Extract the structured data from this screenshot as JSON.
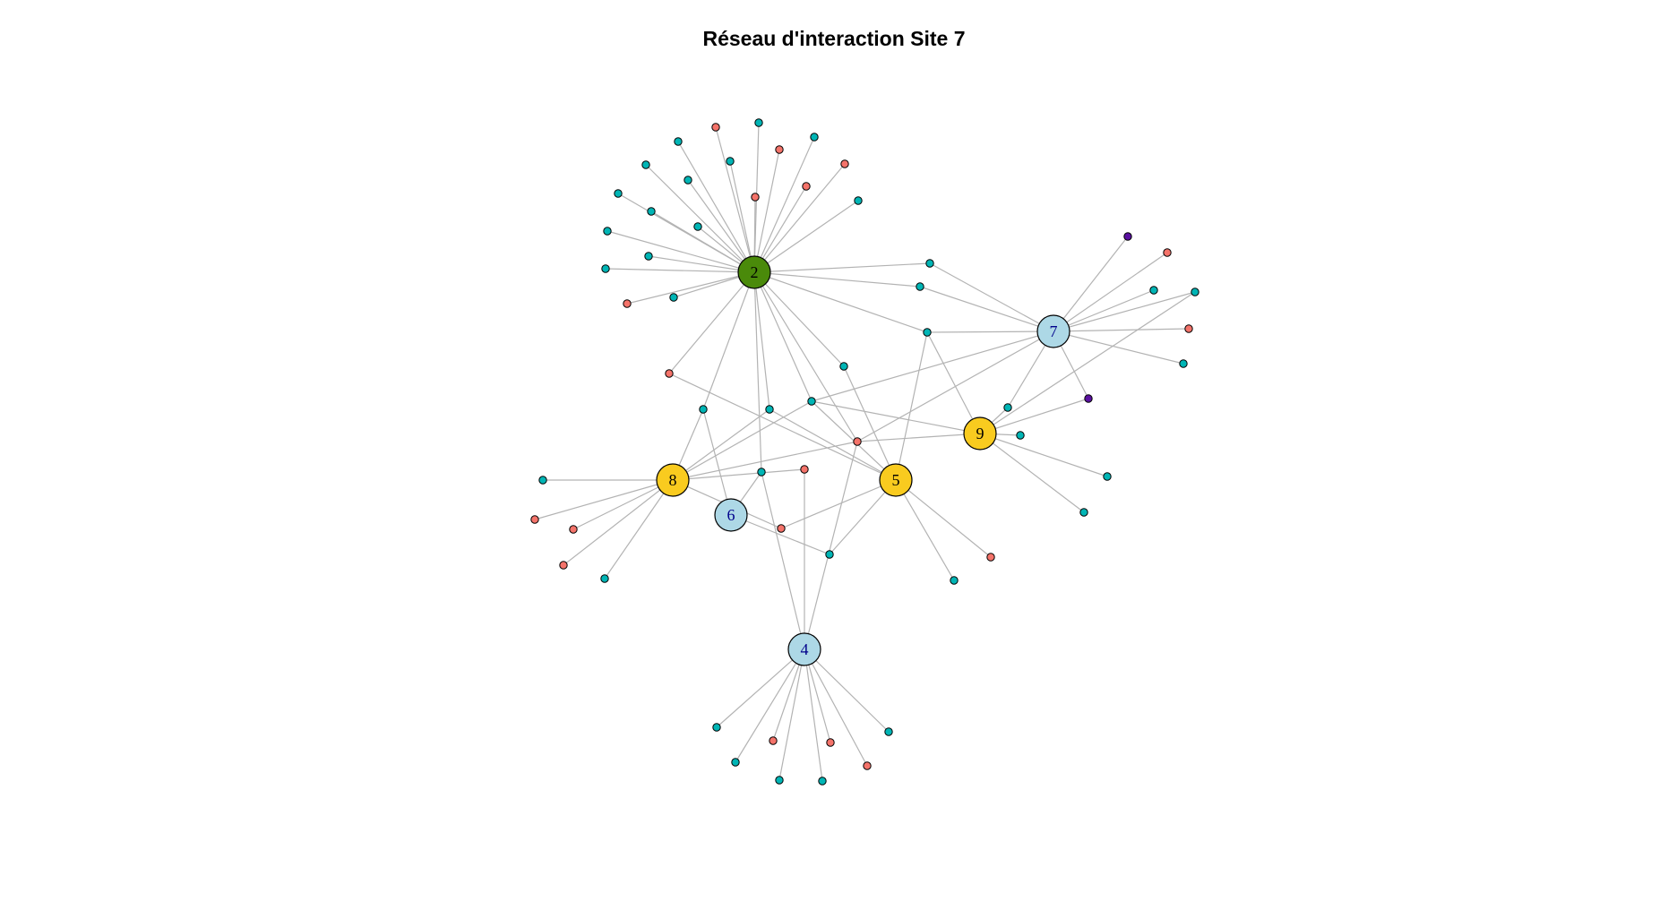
{
  "title": "Réseau d'interaction Site 7",
  "colors": {
    "edge": "#b3b3b3",
    "node_border": "#000000",
    "hub_green": "#4a8a0a",
    "hub_yellow": "#f9cb1f",
    "hub_lightblue": "#add8e6",
    "leaf_teal": "#00b5b5",
    "leaf_salmon": "#f4736a",
    "leaf_purple": "#5a10a0",
    "label_dark": "#00008b",
    "label_black": "#000000"
  },
  "hubs": [
    {
      "id": "2",
      "label": "2",
      "color": "hub_green",
      "label_color": "label_black"
    },
    {
      "id": "7",
      "label": "7",
      "color": "hub_lightblue",
      "label_color": "label_dark"
    },
    {
      "id": "9",
      "label": "9",
      "color": "hub_yellow",
      "label_color": "label_black"
    },
    {
      "id": "5",
      "label": "5",
      "color": "hub_yellow",
      "label_color": "label_black"
    },
    {
      "id": "8",
      "label": "8",
      "color": "hub_yellow",
      "label_color": "label_black"
    },
    {
      "id": "6",
      "label": "6",
      "color": "hub_lightblue",
      "label_color": "label_dark"
    },
    {
      "id": "4",
      "label": "4",
      "color": "hub_lightblue",
      "label_color": "label_dark"
    }
  ],
  "leaves": [
    {
      "id": "a1",
      "color": "leaf_salmon"
    },
    {
      "id": "a2",
      "color": "leaf_teal"
    },
    {
      "id": "a3",
      "color": "leaf_teal"
    },
    {
      "id": "a4",
      "color": "leaf_salmon"
    },
    {
      "id": "a5",
      "color": "leaf_teal"
    },
    {
      "id": "a6",
      "color": "leaf_salmon"
    },
    {
      "id": "a7",
      "color": "leaf_salmon"
    },
    {
      "id": "a8",
      "color": "leaf_teal"
    },
    {
      "id": "a9",
      "color": "leaf_teal"
    },
    {
      "id": "a10",
      "color": "leaf_teal"
    },
    {
      "id": "a11",
      "color": "leaf_salmon"
    },
    {
      "id": "a12",
      "color": "leaf_teal"
    },
    {
      "id": "a13",
      "color": "leaf_teal"
    },
    {
      "id": "a14",
      "color": "leaf_teal"
    },
    {
      "id": "a15",
      "color": "leaf_teal"
    },
    {
      "id": "a16",
      "color": "leaf_teal"
    },
    {
      "id": "a17",
      "color": "leaf_teal"
    },
    {
      "id": "a18",
      "color": "leaf_teal"
    },
    {
      "id": "a19",
      "color": "leaf_salmon"
    },
    {
      "id": "a20",
      "color": "leaf_teal"
    },
    {
      "id": "b1",
      "color": "leaf_teal"
    },
    {
      "id": "b2",
      "color": "leaf_teal"
    },
    {
      "id": "b3",
      "color": "leaf_teal"
    },
    {
      "id": "b4",
      "color": "leaf_purple"
    },
    {
      "id": "b5",
      "color": "leaf_salmon"
    },
    {
      "id": "b6",
      "color": "leaf_teal"
    },
    {
      "id": "b7",
      "color": "leaf_teal"
    },
    {
      "id": "b8",
      "color": "leaf_salmon"
    },
    {
      "id": "b9",
      "color": "leaf_teal"
    },
    {
      "id": "b10",
      "color": "leaf_purple"
    },
    {
      "id": "m1",
      "color": "leaf_salmon"
    },
    {
      "id": "m2",
      "color": "leaf_teal"
    },
    {
      "id": "m3",
      "color": "leaf_teal"
    },
    {
      "id": "m4",
      "color": "leaf_teal"
    },
    {
      "id": "m5",
      "color": "leaf_teal"
    },
    {
      "id": "m6",
      "color": "leaf_teal"
    },
    {
      "id": "m7",
      "color": "leaf_teal"
    },
    {
      "id": "m8",
      "color": "leaf_salmon"
    },
    {
      "id": "m9",
      "color": "leaf_salmon"
    },
    {
      "id": "m10",
      "color": "leaf_salmon"
    },
    {
      "id": "m11",
      "color": "leaf_teal"
    },
    {
      "id": "c1",
      "color": "leaf_teal"
    },
    {
      "id": "c2",
      "color": "leaf_salmon"
    },
    {
      "id": "c3",
      "color": "leaf_salmon"
    },
    {
      "id": "c4",
      "color": "leaf_salmon"
    },
    {
      "id": "c5",
      "color": "leaf_teal"
    },
    {
      "id": "d1",
      "color": "leaf_salmon"
    },
    {
      "id": "d2",
      "color": "leaf_teal"
    },
    {
      "id": "d3",
      "color": "leaf_teal"
    },
    {
      "id": "d4",
      "color": "leaf_teal"
    },
    {
      "id": "d5",
      "color": "leaf_teal"
    },
    {
      "id": "e1",
      "color": "leaf_teal"
    },
    {
      "id": "e2",
      "color": "leaf_salmon"
    },
    {
      "id": "e3",
      "color": "leaf_teal"
    },
    {
      "id": "e4",
      "color": "leaf_salmon"
    },
    {
      "id": "e5",
      "color": "leaf_teal"
    },
    {
      "id": "e6",
      "color": "leaf_salmon"
    },
    {
      "id": "e7",
      "color": "leaf_teal"
    },
    {
      "id": "e8",
      "color": "leaf_teal"
    }
  ],
  "edges": [
    [
      "2",
      "a1"
    ],
    [
      "2",
      "a2"
    ],
    [
      "2",
      "a3"
    ],
    [
      "2",
      "a4"
    ],
    [
      "2",
      "a5"
    ],
    [
      "2",
      "a6"
    ],
    [
      "2",
      "a7"
    ],
    [
      "2",
      "a8"
    ],
    [
      "2",
      "a9"
    ],
    [
      "2",
      "a10"
    ],
    [
      "2",
      "a11"
    ],
    [
      "2",
      "a12"
    ],
    [
      "2",
      "a13"
    ],
    [
      "2",
      "a14"
    ],
    [
      "2",
      "a15"
    ],
    [
      "2",
      "a16"
    ],
    [
      "2",
      "a17"
    ],
    [
      "2",
      "a18"
    ],
    [
      "2",
      "a19"
    ],
    [
      "2",
      "a20"
    ],
    [
      "2",
      "b1"
    ],
    [
      "2",
      "b2"
    ],
    [
      "2",
      "b3"
    ],
    [
      "7",
      "b1"
    ],
    [
      "7",
      "b2"
    ],
    [
      "7",
      "b3"
    ],
    [
      "7",
      "b4"
    ],
    [
      "7",
      "b5"
    ],
    [
      "7",
      "b6"
    ],
    [
      "7",
      "b7"
    ],
    [
      "7",
      "b8"
    ],
    [
      "7",
      "b9"
    ],
    [
      "7",
      "b10"
    ],
    [
      "7",
      "m3"
    ],
    [
      "7",
      "m7"
    ],
    [
      "7",
      "m1"
    ],
    [
      "2",
      "m1"
    ],
    [
      "2",
      "m2"
    ],
    [
      "2",
      "m3"
    ],
    [
      "2",
      "m5"
    ],
    [
      "2",
      "m8"
    ],
    [
      "2",
      "m6"
    ],
    [
      "2",
      "m4"
    ],
    [
      "8",
      "m1"
    ],
    [
      "8",
      "m2"
    ],
    [
      "8",
      "m3"
    ],
    [
      "8",
      "m4"
    ],
    [
      "8",
      "m9"
    ],
    [
      "8",
      "m10"
    ],
    [
      "8",
      "c1"
    ],
    [
      "8",
      "c2"
    ],
    [
      "8",
      "c3"
    ],
    [
      "8",
      "c4"
    ],
    [
      "8",
      "c5"
    ],
    [
      "5",
      "m3"
    ],
    [
      "5",
      "m4"
    ],
    [
      "5",
      "m6"
    ],
    [
      "5",
      "m8"
    ],
    [
      "5",
      "m10"
    ],
    [
      "5",
      "d1"
    ],
    [
      "5",
      "d2"
    ],
    [
      "5",
      "m11"
    ],
    [
      "5",
      "b3"
    ],
    [
      "9",
      "b3"
    ],
    [
      "9",
      "m7"
    ],
    [
      "9",
      "b10"
    ],
    [
      "9",
      "d3"
    ],
    [
      "9",
      "d4"
    ],
    [
      "9",
      "d5"
    ],
    [
      "9",
      "m1"
    ],
    [
      "9",
      "m3"
    ],
    [
      "9",
      "b7"
    ],
    [
      "6",
      "m2"
    ],
    [
      "6",
      "m5"
    ],
    [
      "6",
      "m11"
    ],
    [
      "4",
      "m5"
    ],
    [
      "4",
      "m9"
    ],
    [
      "4",
      "m1"
    ],
    [
      "4",
      "e1"
    ],
    [
      "4",
      "e2"
    ],
    [
      "4",
      "e3"
    ],
    [
      "4",
      "e4"
    ],
    [
      "4",
      "e5"
    ],
    [
      "4",
      "e6"
    ],
    [
      "4",
      "e7"
    ],
    [
      "4",
      "e8"
    ]
  ]
}
